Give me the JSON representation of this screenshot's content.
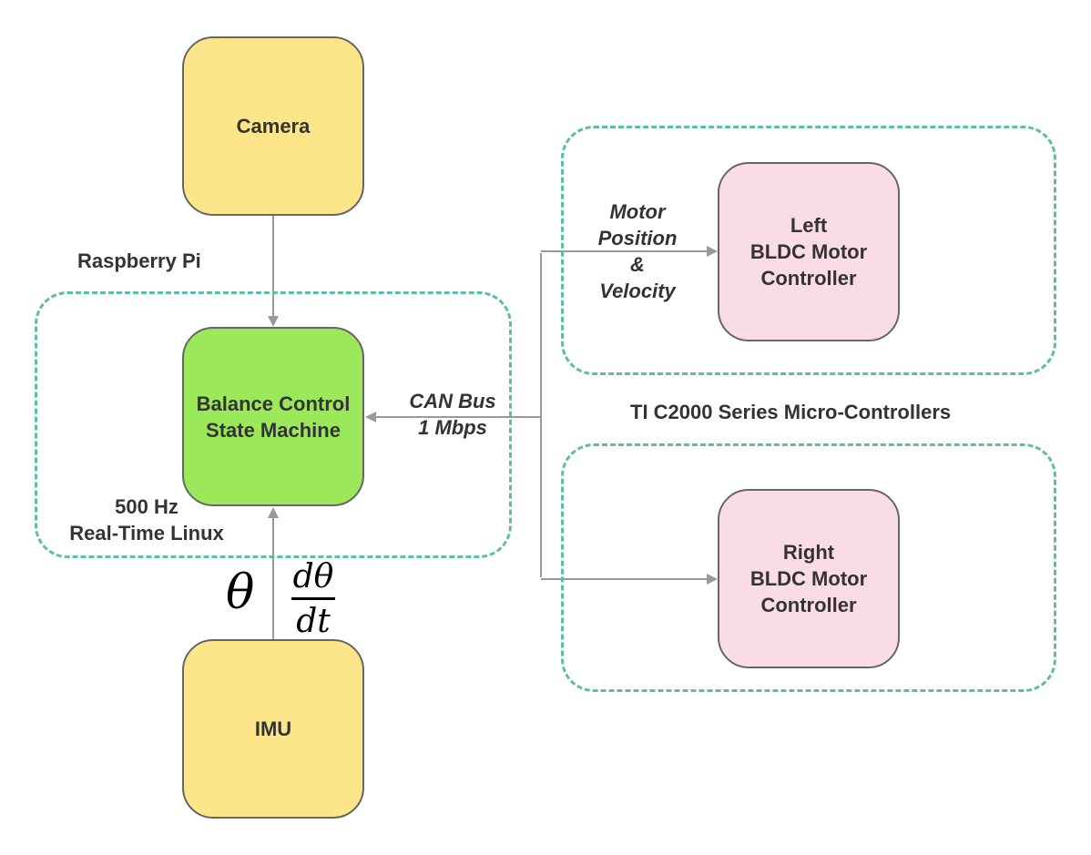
{
  "colors": {
    "dashed_border": "#5dbda7",
    "sensor_fill": "#fde58a",
    "controller_fill": "#9be95b",
    "motor_fill": "#fadce6",
    "arrow": "#999999",
    "node_border": "#666666",
    "text": "#333333"
  },
  "groups": {
    "raspberry_pi": {
      "label": "Raspberry Pi"
    },
    "ti_c2000": {
      "label": "TI C2000 Series Micro-Controllers"
    }
  },
  "nodes": {
    "camera": {
      "label": "Camera"
    },
    "balance_controller": {
      "label": "Balance Control\nState Machine"
    },
    "imu": {
      "label": "IMU"
    },
    "left_motor": {
      "label": "Left\nBLDC Motor\nController"
    },
    "right_motor": {
      "label": "Right\nBLDC Motor\nController"
    }
  },
  "annotations": {
    "rtos": "500 Hz\nReal-Time Linux",
    "can_bus": "CAN Bus\n1 Mbps",
    "motor_feedback": "Motor\nPosition\n&\nVelocity",
    "theta": "θ",
    "dtheta_num": "dθ",
    "dtheta_den": "dt"
  }
}
